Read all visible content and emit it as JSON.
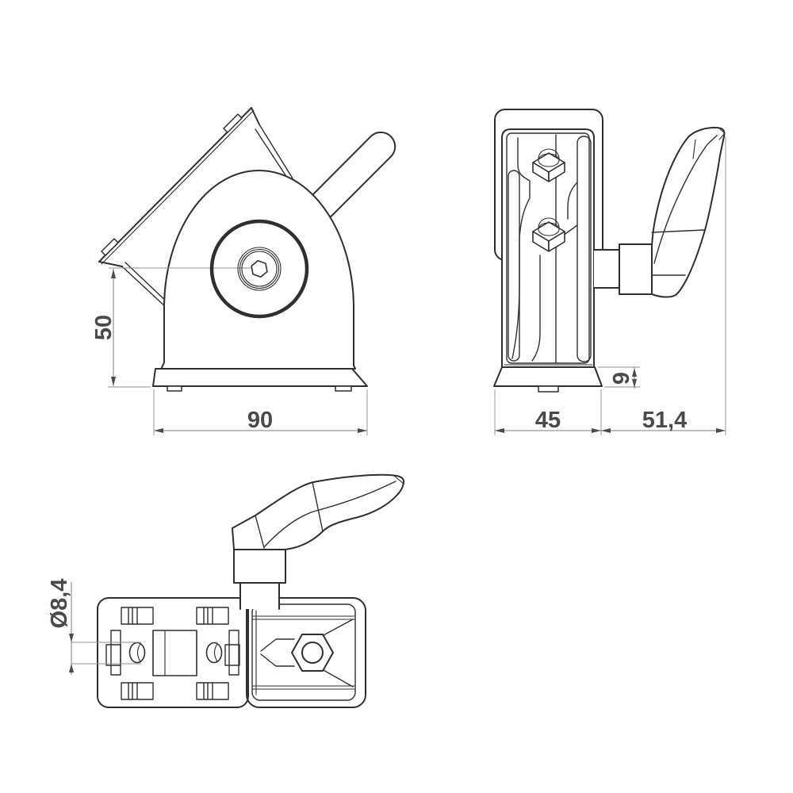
{
  "dimensions": {
    "front": {
      "center_height": "50",
      "base_width": "90"
    },
    "side": {
      "depth": "45",
      "base_height": "9",
      "lever_reach": "51,4"
    },
    "bottom": {
      "hole_diameter": "Ø8,4"
    }
  },
  "colors": {
    "background": "#ffffff",
    "object_line": "#2f2f2f",
    "dimension_line": "#7d7d7d",
    "dimension_text": "#4a4a4a"
  }
}
